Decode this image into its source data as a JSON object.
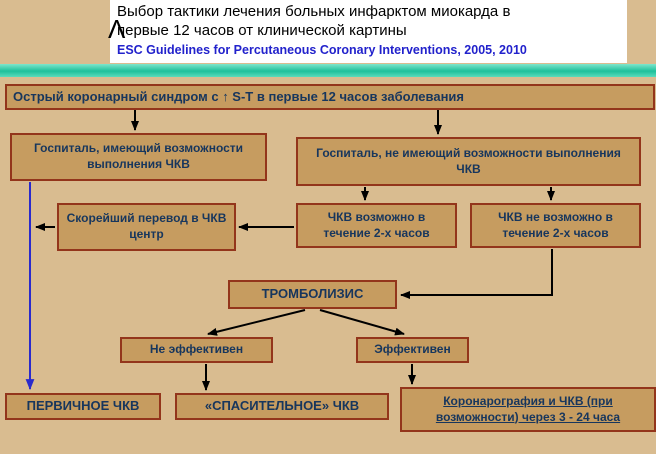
{
  "header": {
    "title_line1": "Выбор тактики лечения больных инфарктом  миокарда в",
    "title_line2": "первые 12 часов от клинической картины",
    "subtitle": "ESC Guidelines for Percutaneous Coronary Interventions, 2005, 2010",
    "stray_glyph": "Λ"
  },
  "boxes": {
    "acs": {
      "label": "Острый коронарный синдром с ↑ S-T в первые 12 часов заболевания"
    },
    "hosp_pci": {
      "label": "Госпиталь, имеющий возможности выполнения ЧКВ"
    },
    "hosp_no_pci": {
      "label": "Госпиталь, не имеющий возможности выполнения ЧКВ"
    },
    "transfer": {
      "label": "Скорейший перевод в ЧКВ центр"
    },
    "pci_2h": {
      "label": "ЧКВ возможно в течение 2-х часов"
    },
    "pci_no_2h": {
      "label": "ЧКВ не возможно в течение 2-х часов"
    },
    "thrombolysis": {
      "label": "ТРОМБОЛИЗИС"
    },
    "ineffective": {
      "label": "Не эффективен"
    },
    "effective": {
      "label": "Эффективен"
    },
    "primary_pci": {
      "label": "ПЕРВИЧНОЕ ЧКВ"
    },
    "rescue_pci": {
      "label": "«СПАСИТЕЛЬНОЕ» ЧКВ"
    },
    "angio": {
      "label": "Коронарография и ЧКВ (при возможности) через 3 - 24 часа"
    }
  },
  "edges": [
    {
      "from": "acs",
      "to": "hosp_pci"
    },
    {
      "from": "acs",
      "to": "hosp_no_pci"
    },
    {
      "from": "hosp_no_pci",
      "to": "pci_2h"
    },
    {
      "from": "hosp_no_pci",
      "to": "pci_no_2h"
    },
    {
      "from": "pci_2h",
      "to": "transfer"
    },
    {
      "from": "transfer",
      "to": "primary_pci"
    },
    {
      "from": "hosp_pci",
      "to": "primary_pci"
    },
    {
      "from": "pci_no_2h",
      "to": "thrombolysis"
    },
    {
      "from": "thrombolysis",
      "to": "ineffective"
    },
    {
      "from": "thrombolysis",
      "to": "effective"
    },
    {
      "from": "ineffective",
      "to": "rescue_pci"
    },
    {
      "from": "effective",
      "to": "angio"
    }
  ],
  "colors": {
    "slide_background": "#D9BC90",
    "node_fill": "#C69C60",
    "node_border": "#93351B",
    "node_text": "#17365D",
    "divider_teal": "#1EC09B",
    "subtitle_blue": "#2222CC",
    "arrow_black": "#000000",
    "arrow_blue": "#2A2ACC"
  }
}
